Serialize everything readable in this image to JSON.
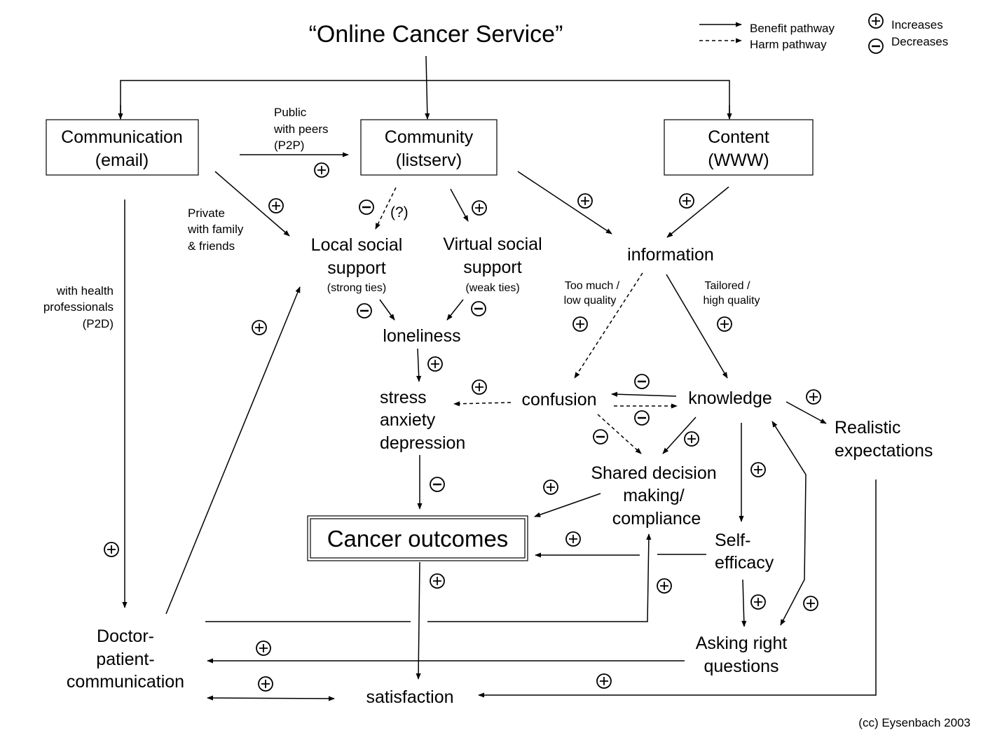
{
  "title": "“Online Cancer Service”",
  "legend": {
    "benefit": "Benefit pathway",
    "harm": "Harm pathway",
    "increases": "Increases",
    "decreases": "Decreases"
  },
  "nodes": {
    "communication": [
      "Communication",
      "(email)"
    ],
    "community": [
      "Community",
      "(listserv)"
    ],
    "content": [
      "Content",
      "(WWW)"
    ],
    "local_support": [
      "Local social",
      "support",
      "(strong ties)"
    ],
    "virtual_support": [
      "Virtual social",
      "support",
      "(weak ties)"
    ],
    "information": "information",
    "loneliness": "loneliness",
    "stress": [
      "stress",
      "anxiety",
      "depression"
    ],
    "confusion": "confusion",
    "knowledge": "knowledge",
    "realistic": [
      "Realistic",
      "expectations"
    ],
    "shared": [
      "Shared decision",
      "making/",
      "compliance"
    ],
    "outcomes": "Cancer outcomes",
    "self_efficacy": [
      "Self-",
      "efficacy"
    ],
    "asking": [
      "Asking right",
      "questions"
    ],
    "doctor": [
      "Doctor-",
      "patient-",
      "communication"
    ],
    "satisfaction": "satisfaction"
  },
  "edge_labels": {
    "public": [
      "Public",
      "with peers",
      "(P2P)"
    ],
    "private": [
      "Private",
      "with family",
      "& friends"
    ],
    "health": [
      "with health",
      "professionals",
      "(P2D)"
    ],
    "uncertain": "(?)",
    "too_much": [
      "Too much /",
      "low quality"
    ],
    "tailored": [
      "Tailored /",
      "high quality"
    ]
  },
  "credit": "(cc) Eysenbach 2003"
}
